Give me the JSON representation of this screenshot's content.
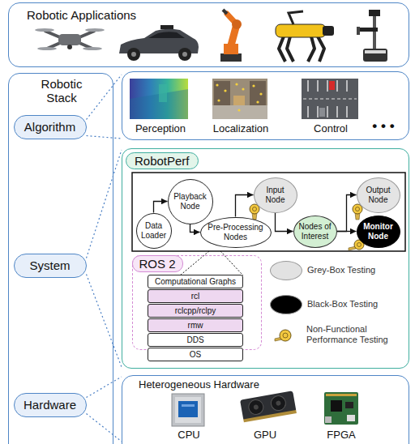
{
  "diagram": {
    "nodes": [
      {
        "text": [
          "Robotic Applications"
        ]
      },
      {
        "text": [
          "Robotic Stack"
        ]
      },
      {
        "text": [
          "Algorithm"
        ],
        "in": 1
      },
      {
        "text": [
          "System"
        ],
        "in": 1
      },
      {
        "text": [
          "Hardware"
        ],
        "in": 1
      },
      {
        "text": [
          "Perception",
          "Localization",
          "Control",
          "• • •"
        ]
      },
      {
        "text": [
          "RobotPerf"
        ]
      },
      {
        "text": [
          "Data Loader"
        ],
        "in": 6
      },
      {
        "text": [
          "Playback Node"
        ],
        "in": 6
      },
      {
        "text": [
          "Pre-Processing Nodes"
        ],
        "in": 6
      },
      {
        "text": [
          "Input Node"
        ],
        "in": 6
      },
      {
        "text": [
          "Nodes of Interest"
        ],
        "in": 6
      },
      {
        "text": [
          "Output Node"
        ],
        "in": 6
      },
      {
        "text": [
          "Monitor Node"
        ],
        "in": 6
      },
      {
        "text": [
          "ROS 2"
        ],
        "in": 6
      },
      {
        "text": [
          "Computational Graphs"
        ],
        "in": 14
      },
      {
        "text": [
          "rcl"
        ],
        "in": 14
      },
      {
        "text": [
          "rclcpp/rclpy"
        ],
        "in": 14
      },
      {
        "text": [
          "rmw"
        ],
        "in": 14
      },
      {
        "text": [
          "DDS"
        ],
        "in": 14
      },
      {
        "text": [
          "OS"
        ],
        "in": 14
      },
      {
        "text": [
          "Heterogeneous Hardware",
          "CPU",
          "GPU",
          "FPGA"
        ]
      }
    ],
    "edges": [
      {
        "from": 7,
        "to": 8,
        "arrow": "to"
      },
      {
        "from": 8,
        "to": 9,
        "arrow": "to"
      },
      {
        "from": 9,
        "to": 10,
        "arrow": "to"
      },
      {
        "from": 10,
        "to": 11,
        "arrow": "to"
      },
      {
        "from": 11,
        "to": 12,
        "arrow": "to"
      },
      {
        "from": 11,
        "to": 13,
        "arrow": "to"
      },
      {
        "from": 2,
        "to": 5,
        "arrow": "none"
      },
      {
        "from": 2,
        "to": 5,
        "arrow": "none"
      },
      {
        "from": 3,
        "to": 6,
        "arrow": "none"
      },
      {
        "from": 3,
        "to": 6,
        "arrow": "none"
      },
      {
        "from": 4,
        "to": 21,
        "arrow": "none"
      },
      {
        "from": 4,
        "to": 21,
        "arrow": "none"
      }
    ],
    "legend": [
      {
        "text": "Grey-Box Testing",
        "color": "#e2e2e2"
      },
      {
        "text": "Black-Box Testing",
        "color": "#000000"
      },
      {
        "text": "Non-Functional Performance Testing"
      }
    ]
  }
}
